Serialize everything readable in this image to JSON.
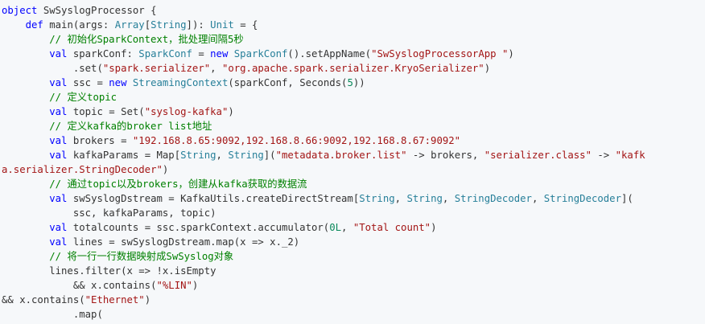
{
  "code": {
    "lines": [
      [
        [
          "kw",
          "object"
        ],
        [
          "plain",
          " SwSyslogProcessor {"
        ]
      ],
      [
        [
          "plain",
          "    "
        ],
        [
          "kw",
          "def"
        ],
        [
          "plain",
          " main(args: "
        ],
        [
          "type",
          "Array"
        ],
        [
          "plain",
          "["
        ],
        [
          "type",
          "String"
        ],
        [
          "plain",
          "]): "
        ],
        [
          "type",
          "Unit"
        ],
        [
          "plain",
          " = {"
        ]
      ],
      [
        [
          "plain",
          "        "
        ],
        [
          "com",
          "// 初始化SparkContext，批处理间隔5秒"
        ]
      ],
      [
        [
          "plain",
          "        "
        ],
        [
          "kw",
          "val"
        ],
        [
          "plain",
          " sparkConf: "
        ],
        [
          "type",
          "SparkConf"
        ],
        [
          "plain",
          " = "
        ],
        [
          "kw",
          "new"
        ],
        [
          "plain",
          " "
        ],
        [
          "type",
          "SparkConf"
        ],
        [
          "plain",
          "().setAppName("
        ],
        [
          "str",
          "\"SwSyslogProcessorApp \""
        ],
        [
          "plain",
          ")"
        ]
      ],
      [
        [
          "plain",
          "            .set("
        ],
        [
          "str",
          "\"spark.serializer\""
        ],
        [
          "plain",
          ", "
        ],
        [
          "str",
          "\"org.apache.spark.serializer.KryoSerializer\""
        ],
        [
          "plain",
          ")"
        ]
      ],
      [
        [
          "plain",
          "        "
        ],
        [
          "kw",
          "val"
        ],
        [
          "plain",
          " ssc = "
        ],
        [
          "kw",
          "new"
        ],
        [
          "plain",
          " "
        ],
        [
          "type",
          "StreamingContext"
        ],
        [
          "plain",
          "(sparkConf, Seconds("
        ],
        [
          "num",
          "5"
        ],
        [
          "plain",
          "))"
        ]
      ],
      [
        [
          "plain",
          "        "
        ],
        [
          "com",
          "// 定义topic"
        ]
      ],
      [
        [
          "plain",
          "        "
        ],
        [
          "kw",
          "val"
        ],
        [
          "plain",
          " topic = Set("
        ],
        [
          "str",
          "\"syslog-kafka\""
        ],
        [
          "plain",
          ")"
        ]
      ],
      [
        [
          "plain",
          "        "
        ],
        [
          "com",
          "// 定义kafka的broker list地址"
        ]
      ],
      [
        [
          "plain",
          "        "
        ],
        [
          "kw",
          "val"
        ],
        [
          "plain",
          " brokers = "
        ],
        [
          "str",
          "\"192.168.8.65:9092,192.168.8.66:9092,192.168.8.67:9092\""
        ]
      ],
      [
        [
          "plain",
          "        "
        ],
        [
          "kw",
          "val"
        ],
        [
          "plain",
          " kafkaParams = Map["
        ],
        [
          "type",
          "String"
        ],
        [
          "plain",
          ", "
        ],
        [
          "type",
          "String"
        ],
        [
          "plain",
          "]("
        ],
        [
          "str",
          "\"metadata.broker.list\""
        ],
        [
          "plain",
          " -> brokers, "
        ],
        [
          "str",
          "\"serializer.class\""
        ],
        [
          "plain",
          " -> "
        ],
        [
          "str",
          "\"kafk"
        ]
      ],
      [
        [
          "str",
          "a.serializer.StringDecoder\""
        ],
        [
          "plain",
          ")"
        ]
      ],
      [
        [
          "plain",
          "        "
        ],
        [
          "com",
          "// 通过topic以及brokers，创建从kafka获取的数据流"
        ]
      ],
      [
        [
          "plain",
          "        "
        ],
        [
          "kw",
          "val"
        ],
        [
          "plain",
          " swSyslogDstream = KafkaUtils.createDirectStream["
        ],
        [
          "type",
          "String"
        ],
        [
          "plain",
          ", "
        ],
        [
          "type",
          "String"
        ],
        [
          "plain",
          ", "
        ],
        [
          "type",
          "StringDecoder"
        ],
        [
          "plain",
          ", "
        ],
        [
          "type",
          "StringDecoder"
        ],
        [
          "plain",
          "]("
        ]
      ],
      [
        [
          "plain",
          "            ssc, kafkaParams, topic)"
        ]
      ],
      [
        [
          "plain",
          "        "
        ],
        [
          "kw",
          "val"
        ],
        [
          "plain",
          " totalcounts = ssc.sparkContext.accumulator("
        ],
        [
          "num",
          "0L"
        ],
        [
          "plain",
          ", "
        ],
        [
          "str",
          "\"Total count\""
        ],
        [
          "plain",
          ")"
        ]
      ],
      [
        [
          "plain",
          "        "
        ],
        [
          "kw",
          "val"
        ],
        [
          "plain",
          " lines = swSyslogDstream.map(x => x._2)"
        ]
      ],
      [
        [
          "plain",
          "        "
        ],
        [
          "com",
          "// 将一行一行数据映射成SwSyslog对象"
        ]
      ],
      [
        [
          "plain",
          "        lines.filter(x => !x.isEmpty"
        ]
      ],
      [
        [
          "plain",
          "            && x.contains("
        ],
        [
          "str",
          "\"%LIN\""
        ],
        [
          "plain",
          ")"
        ]
      ],
      [
        [
          "plain",
          "&& x.contains("
        ],
        [
          "str",
          "\"Ethernet\""
        ],
        [
          "plain",
          ")"
        ]
      ],
      [
        [
          "plain",
          "            .map("
        ]
      ]
    ]
  }
}
